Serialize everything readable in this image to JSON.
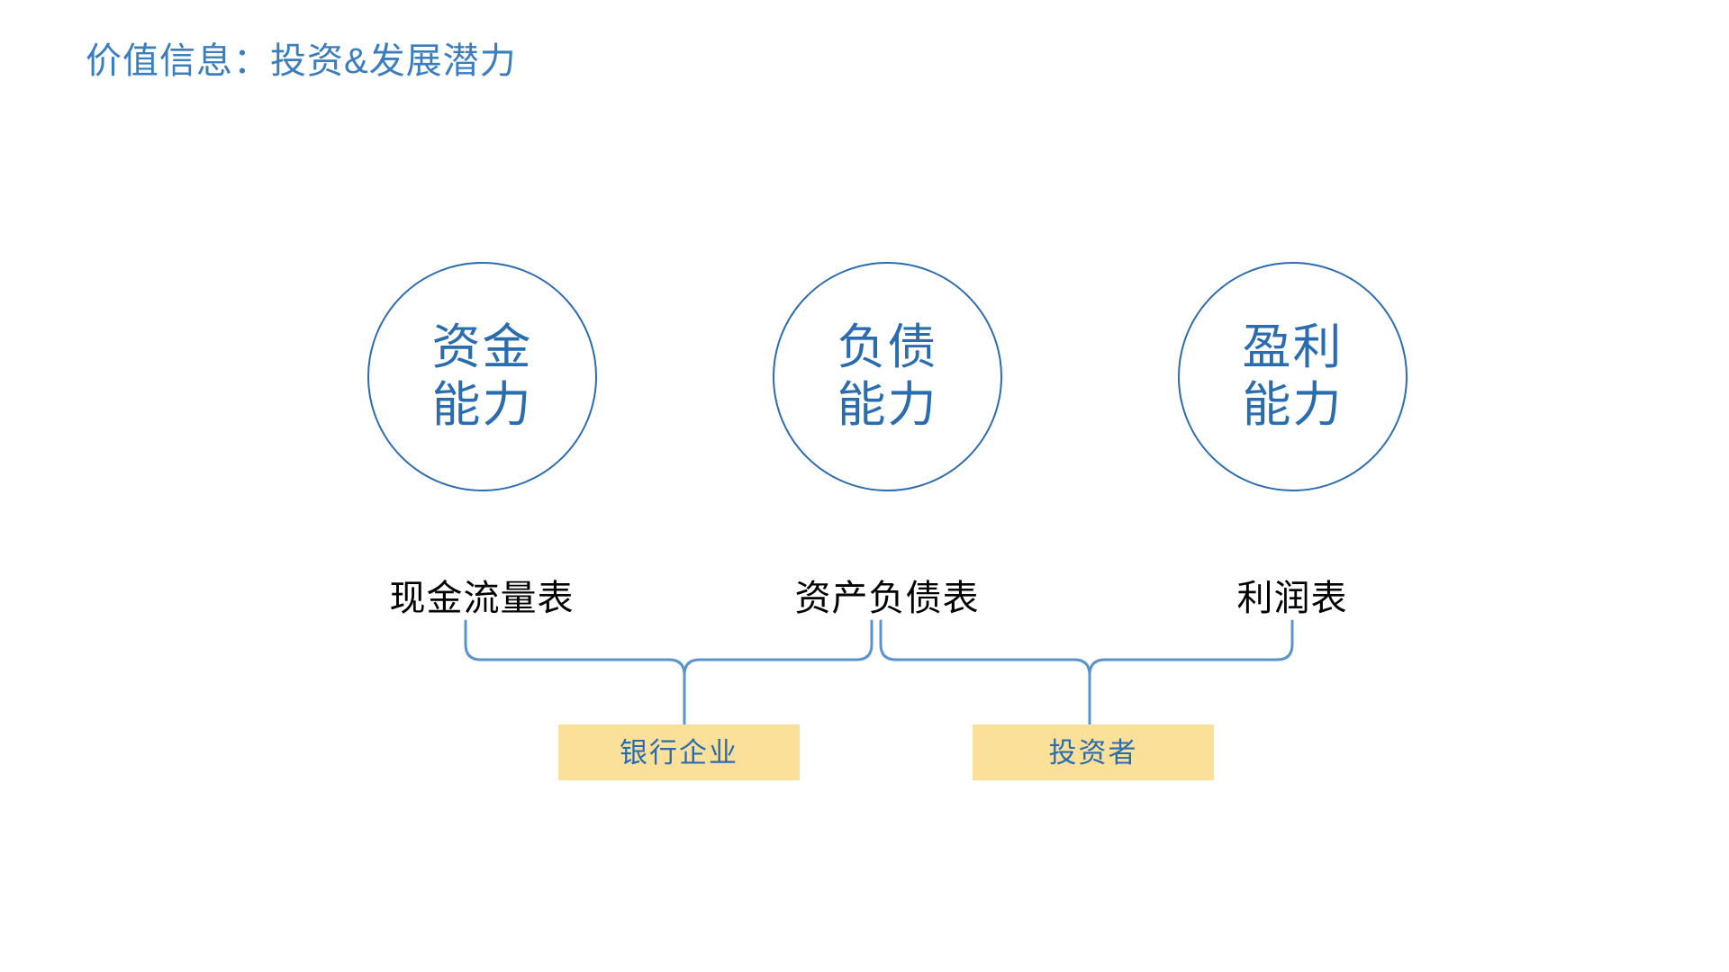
{
  "slide": {
    "title": "价值信息：投资&发展潜力",
    "title_color": "#3A7EBF",
    "background_color": "#FFFFFF",
    "accent_blue": "#2B6CAE",
    "highlight_yellow": "#FBE09A",
    "label_black": "#000000"
  },
  "capabilities": [
    {
      "label": "资金\n能力",
      "line1": "资金",
      "line2": "能力"
    },
    {
      "label": "负债\n能力",
      "line1": "负债",
      "line2": "能力"
    },
    {
      "label": "盈利\n能力",
      "line1": "盈利",
      "line2": "能力"
    }
  ],
  "statements": [
    {
      "label": "现金流量表"
    },
    {
      "label": "资产负债表"
    },
    {
      "label": "利润表"
    }
  ],
  "audiences": [
    {
      "label": "银行企业"
    },
    {
      "label": "投资者"
    }
  ]
}
